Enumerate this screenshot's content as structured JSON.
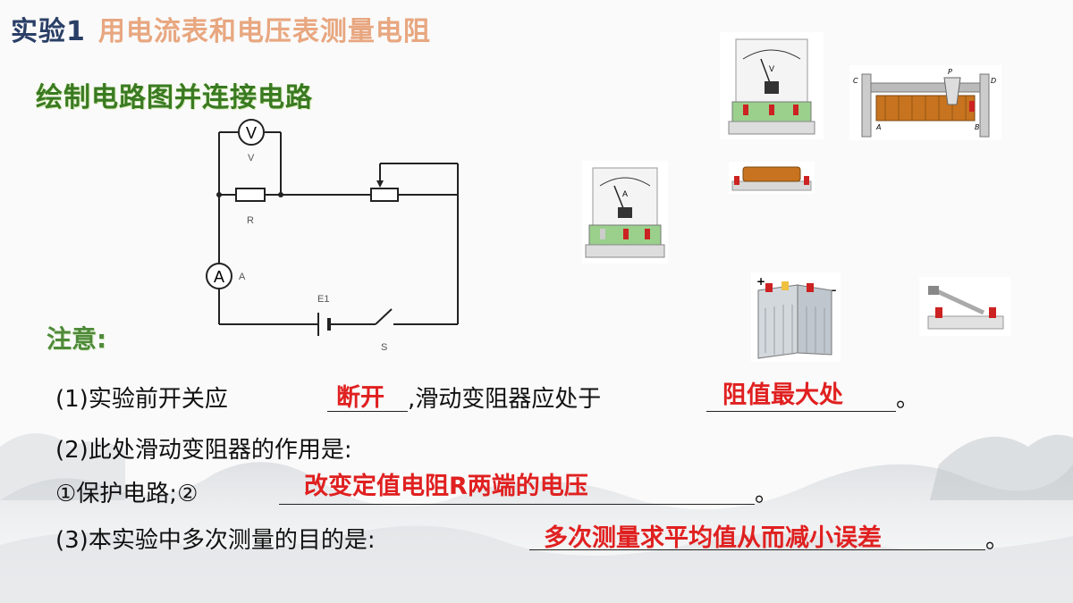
{
  "title": {
    "num": "实验1",
    "text": "用电流表和电压表测量电阻"
  },
  "subtitle": "绘制电路图并连接电路",
  "circuit": {
    "voltmeter_symbol": "V",
    "voltmeter_label": "V",
    "resistor_label": "R",
    "ammeter_symbol": "A",
    "ammeter_label": "A",
    "battery_label": "E1",
    "switch_label": "S"
  },
  "equipment": {
    "voltmeter_letter": "V",
    "ammeter_letter": "A",
    "rheostat_labels": [
      "C",
      "P",
      "D",
      "A",
      "B"
    ],
    "battery_plus": "+",
    "battery_minus": "−"
  },
  "notes": {
    "heading": "注意:",
    "q1": {
      "prefix": "(1)实验前开关应",
      "answer1": "断开",
      "middle": ",滑动变阻器应处于",
      "answer2": "阻值最大处",
      "end": "。"
    },
    "q2": {
      "line1": "(2)此处滑动变阻器的作用是:",
      "line2_prefix": "①保护电路;②",
      "answer": "改变定值电阻R两端的电压",
      "end": "。"
    },
    "q3": {
      "prefix": "(3)本实验中多次测量的目的是:",
      "answer": "多次测量求平均值从而减小误差",
      "end": "。"
    }
  },
  "colors": {
    "answer": "#e02020",
    "title_num": "#2a3f66",
    "title_text": "#e8a780",
    "subtitle": "#3a7a22"
  }
}
